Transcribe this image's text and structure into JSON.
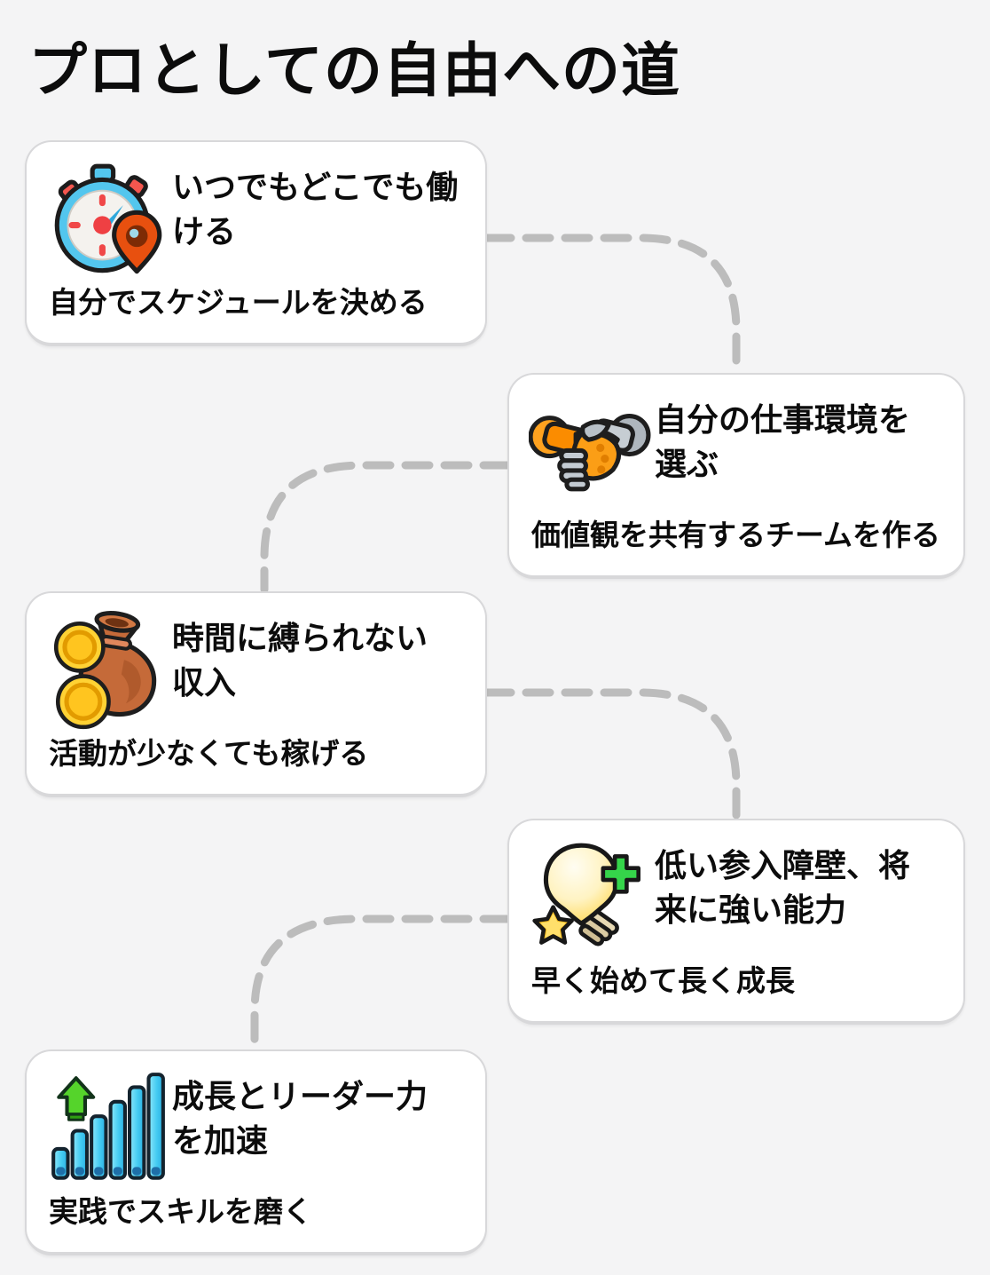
{
  "page": {
    "title": "プロとしての自由への道"
  },
  "colors": {
    "background": "#f4f4f5",
    "card_bg": "#ffffff",
    "card_border": "#d8d8da",
    "connector_dash": "#bcbcbc",
    "title_text": "#0c0c0c",
    "icon_accents": {
      "stopwatch_blue": "#53C6EE",
      "pin_orange": "#E8500F",
      "handshake_orange": "#FB9E16",
      "handshake_silver": "#C3CBD2",
      "moneybag_brown": "#C56A39",
      "coin_gold": "#FFD234",
      "bulb_yellow": "#FFD23E",
      "plus_green": "#35D54A",
      "star_gold": "#FFC224",
      "bars_cyan": "#45CCF2",
      "arrow_green": "#55D42B"
    }
  },
  "cards": [
    {
      "icon": "stopwatch-location-icon",
      "title": "いつでもどこでも働\nける",
      "subtitle": "自分でスケジュールを決める"
    },
    {
      "icon": "handshake-icon",
      "title": "自分の仕事環境を\n選ぶ",
      "subtitle": "価値観を共有するチームを作る"
    },
    {
      "icon": "money-bag-icon",
      "title": "時間に縛られない\n収入",
      "subtitle": "活動が少なくても稼げる"
    },
    {
      "icon": "lightbulb-plus-icon",
      "title": "低い参入障壁、将\n来に強い能力",
      "subtitle": "早く始めて長く成長"
    },
    {
      "icon": "bar-chart-up-icon",
      "title": "成長とリーダー力\nを加速",
      "subtitle": "実践でスキルを磨く"
    }
  ]
}
